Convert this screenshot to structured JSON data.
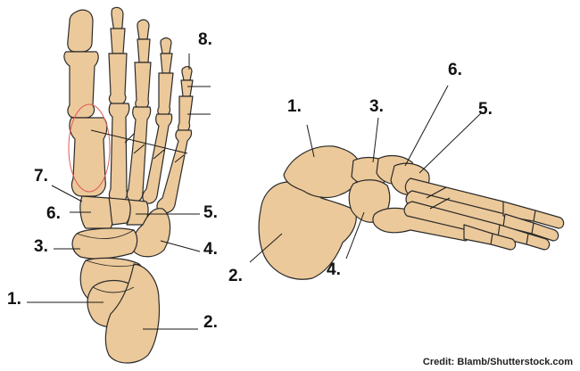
{
  "credit": "Credit: Blamb/Shutterstock.com",
  "colors": {
    "bone": "#ecc99a",
    "outline": "#2b2b2b",
    "leader": "#1a1a1a",
    "highlight": "#e05a5a"
  },
  "dorsal_view": {
    "labels": {
      "l1": "1.",
      "l2": "2.",
      "l3": "3.",
      "l4": "4.",
      "l5": "5.",
      "l6": "6.",
      "l7": "7.",
      "l8": "8."
    }
  },
  "lateral_view": {
    "labels": {
      "l1": "1.",
      "l2": "2.",
      "l3": "3.",
      "l4": "4.",
      "l5": "5.",
      "l6": "6."
    }
  }
}
